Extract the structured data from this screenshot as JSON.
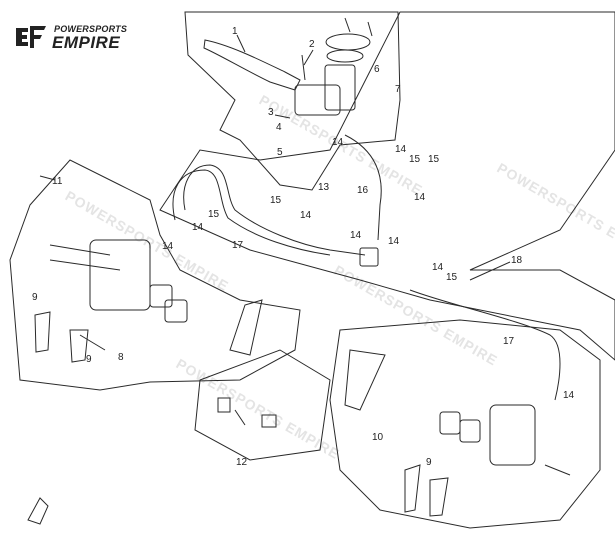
{
  "brand": {
    "name": "EMPIRE",
    "tagline": "POWERSPORTS"
  },
  "watermark": {
    "text": "POWERSPORTS EMPIRE",
    "color": "#e4e4e4"
  },
  "diagram": {
    "line_color": "#2a2a2a",
    "callouts": [
      {
        "id": "c1",
        "label": "1"
      },
      {
        "id": "c2",
        "label": "2"
      },
      {
        "id": "c3",
        "label": "3"
      },
      {
        "id": "c4",
        "label": "4"
      },
      {
        "id": "c5",
        "label": "5"
      },
      {
        "id": "c6",
        "label": "6"
      },
      {
        "id": "c7",
        "label": "7"
      },
      {
        "id": "c8",
        "label": "8"
      },
      {
        "id": "c9a",
        "label": "9"
      },
      {
        "id": "c9b",
        "label": "9"
      },
      {
        "id": "c9c",
        "label": "9"
      },
      {
        "id": "c10",
        "label": "10"
      },
      {
        "id": "c11",
        "label": "11"
      },
      {
        "id": "c12",
        "label": "12"
      },
      {
        "id": "c13",
        "label": "13"
      },
      {
        "id": "c14a",
        "label": "14"
      },
      {
        "id": "c14b",
        "label": "14"
      },
      {
        "id": "c14c",
        "label": "14"
      },
      {
        "id": "c14d",
        "label": "14"
      },
      {
        "id": "c14e",
        "label": "14"
      },
      {
        "id": "c14f",
        "label": "14"
      },
      {
        "id": "c14g",
        "label": "14"
      },
      {
        "id": "c14h",
        "label": "14"
      },
      {
        "id": "c14i",
        "label": "14"
      },
      {
        "id": "c14j",
        "label": "14"
      },
      {
        "id": "c15a",
        "label": "15"
      },
      {
        "id": "c15b",
        "label": "15"
      },
      {
        "id": "c15c",
        "label": "15"
      },
      {
        "id": "c15d",
        "label": "15"
      },
      {
        "id": "c15e",
        "label": "15"
      },
      {
        "id": "c16",
        "label": "16"
      },
      {
        "id": "c17a",
        "label": "17"
      },
      {
        "id": "c17b",
        "label": "17"
      },
      {
        "id": "c18",
        "label": "18"
      }
    ]
  }
}
